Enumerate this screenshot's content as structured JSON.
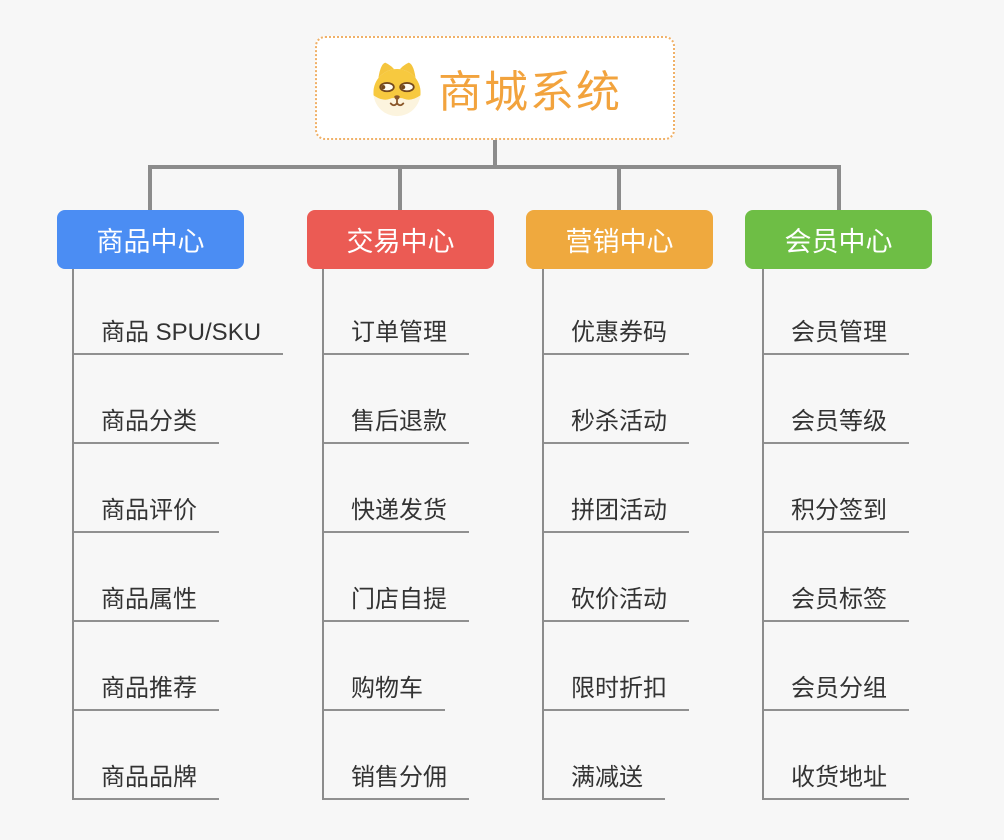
{
  "root": {
    "icon": "dog-face-icon",
    "title": "商城系统"
  },
  "branches": [
    {
      "label": "商品中心",
      "color": "#4b8df3",
      "children": [
        "商品 SPU/SKU",
        "商品分类",
        "商品评价",
        "商品属性",
        "商品推荐",
        "商品品牌"
      ]
    },
    {
      "label": "交易中心",
      "color": "#eb5b54",
      "children": [
        "订单管理",
        "售后退款",
        "快递发货",
        "门店自提",
        "购物车",
        "销售分佣"
      ]
    },
    {
      "label": "营销中心",
      "color": "#efa93e",
      "children": [
        "优惠券码",
        "秒杀活动",
        "拼团活动",
        "砍价活动",
        "限时折扣",
        "满减送"
      ]
    },
    {
      "label": "会员中心",
      "color": "#6ebe45",
      "children": [
        "会员管理",
        "会员等级",
        "积分签到",
        "会员标签",
        "会员分组",
        "收货地址"
      ]
    }
  ],
  "colors": {
    "background": "#f7f7f7",
    "root_title": "#f2a33d",
    "root_border": "#f0b168",
    "connector": "#8c8c8c",
    "leaf_text": "#333333"
  }
}
